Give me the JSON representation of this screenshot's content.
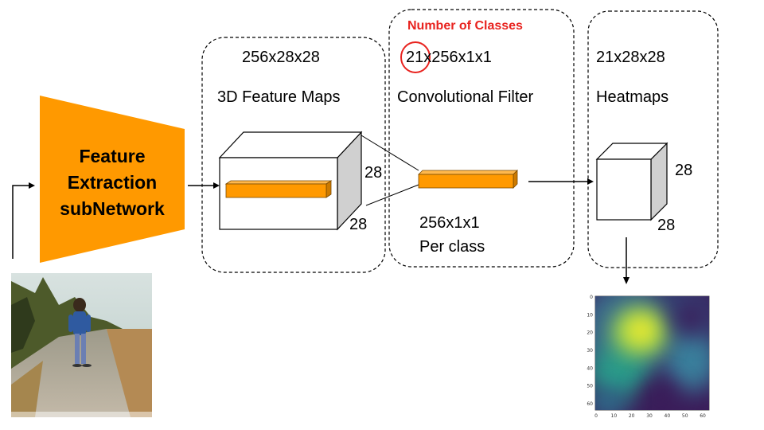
{
  "feature_extractor": {
    "line1": "Feature",
    "line2": "Extraction",
    "line3": "subNetwork"
  },
  "feature_maps": {
    "size": "256x28x28",
    "title": "3D Feature Maps",
    "dim_right": "28",
    "dim_bottom": "28"
  },
  "conv_filter": {
    "annotation": "Number of Classes",
    "size": "21x256x1x1",
    "title": "Convolutional Filter",
    "per_class_line1": "256x1x1",
    "per_class_line2": "Per class"
  },
  "heatmaps": {
    "size": "21x28x28",
    "title": "Heatmaps",
    "dim_right": "28",
    "dim_bottom": "28"
  },
  "heatmap_plot": {
    "x_ticks": [
      "0",
      "10",
      "20",
      "30",
      "40",
      "50",
      "60"
    ],
    "y_ticks": [
      "0",
      "10",
      "20",
      "30",
      "40",
      "50",
      "60"
    ]
  },
  "colors": {
    "orange": "#ff9900",
    "annotation_red": "#e8231f"
  }
}
